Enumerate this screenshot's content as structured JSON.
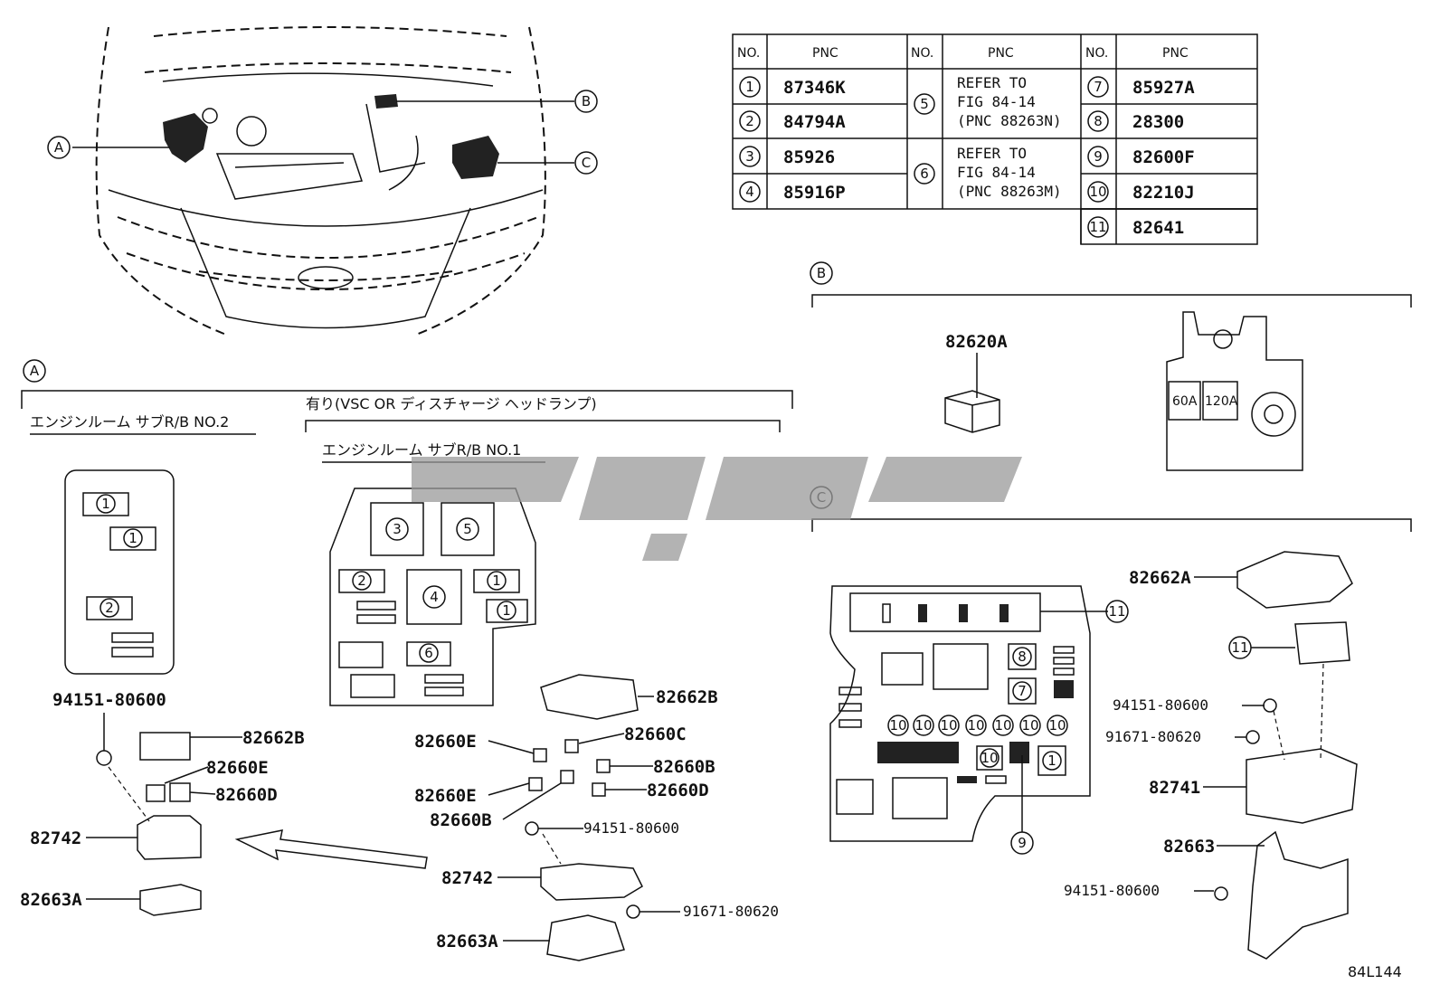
{
  "diagram_id": "84L144",
  "table": {
    "col_no": "NO.",
    "col_pnc": "PNC",
    "rows": [
      {
        "no": "1",
        "pnc": "87346K"
      },
      {
        "no": "2",
        "pnc": "84794A"
      },
      {
        "no": "3",
        "pnc": "85926"
      },
      {
        "no": "4",
        "pnc": "85916P"
      },
      {
        "no": "5",
        "pnc_lines": [
          "REFER TO",
          "FIG 84-14",
          "(PNC 88263N)"
        ]
      },
      {
        "no": "6",
        "pnc_lines": [
          "REFER TO",
          "FIG 84-14",
          "(PNC 88263M)"
        ]
      },
      {
        "no": "7",
        "pnc": "85927A"
      },
      {
        "no": "8",
        "pnc": "28300"
      },
      {
        "no": "9",
        "pnc": "82600F"
      },
      {
        "no": "10",
        "pnc": "82210J"
      },
      {
        "no": "11",
        "pnc": "82641"
      }
    ]
  },
  "callouts": {
    "a": "A",
    "b": "B",
    "c": "C"
  },
  "section_a": {
    "tag": "A",
    "sub_rb2": "エンジンルーム サブR/B NO.2",
    "condition": "有り(VSC OR ディスチャージ ヘッドランプ)",
    "sub_rb1": "エンジンルーム サブR/B NO.1",
    "left_parts": [
      "94151-80600",
      "82662B",
      "82660E",
      "82660D",
      "82742",
      "82663A"
    ],
    "right_parts": [
      "82662B",
      "82660E",
      "82660C",
      "82660B",
      "82660E",
      "82660D",
      "82660B",
      "94151-80600",
      "82742",
      "91671-80620",
      "82663A"
    ]
  },
  "section_b": {
    "tag": "B",
    "part": "82620A",
    "fuse_60": "60A",
    "fuse_120": "120A"
  },
  "section_c": {
    "tag": "C",
    "parts": [
      "82662A",
      "94151-80600",
      "91671-80620",
      "82741",
      "82663",
      "94151-80600"
    ]
  },
  "watermark_color": "#9a9a9a"
}
